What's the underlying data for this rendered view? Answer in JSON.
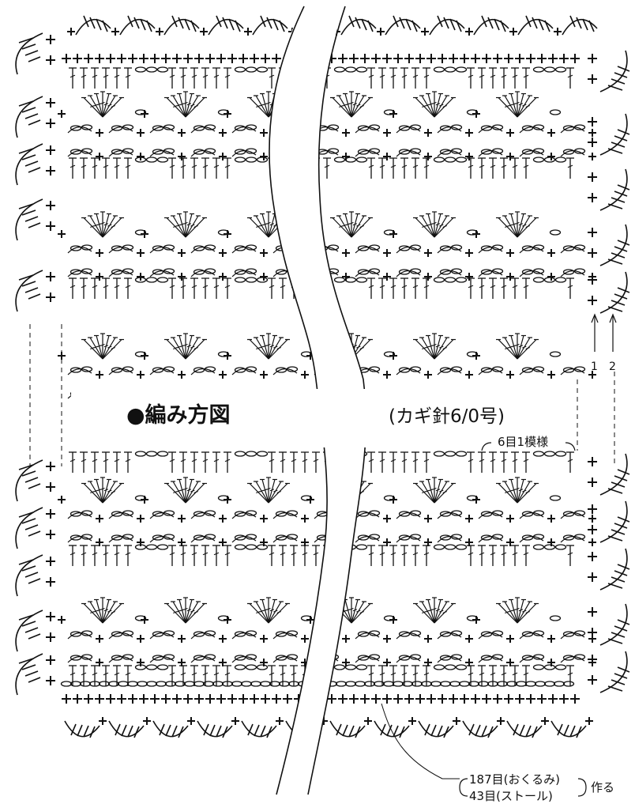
{
  "diagram": {
    "title": "●編み方図",
    "needle": "(カギ針6/0号)",
    "repeat_label": "6目1模様",
    "row_numbers": [
      "1",
      "2"
    ],
    "cast_on": {
      "count_okurumi": "187目(おくるみ)",
      "count_stole": "43目(ストール)",
      "action": "作る"
    }
  }
}
